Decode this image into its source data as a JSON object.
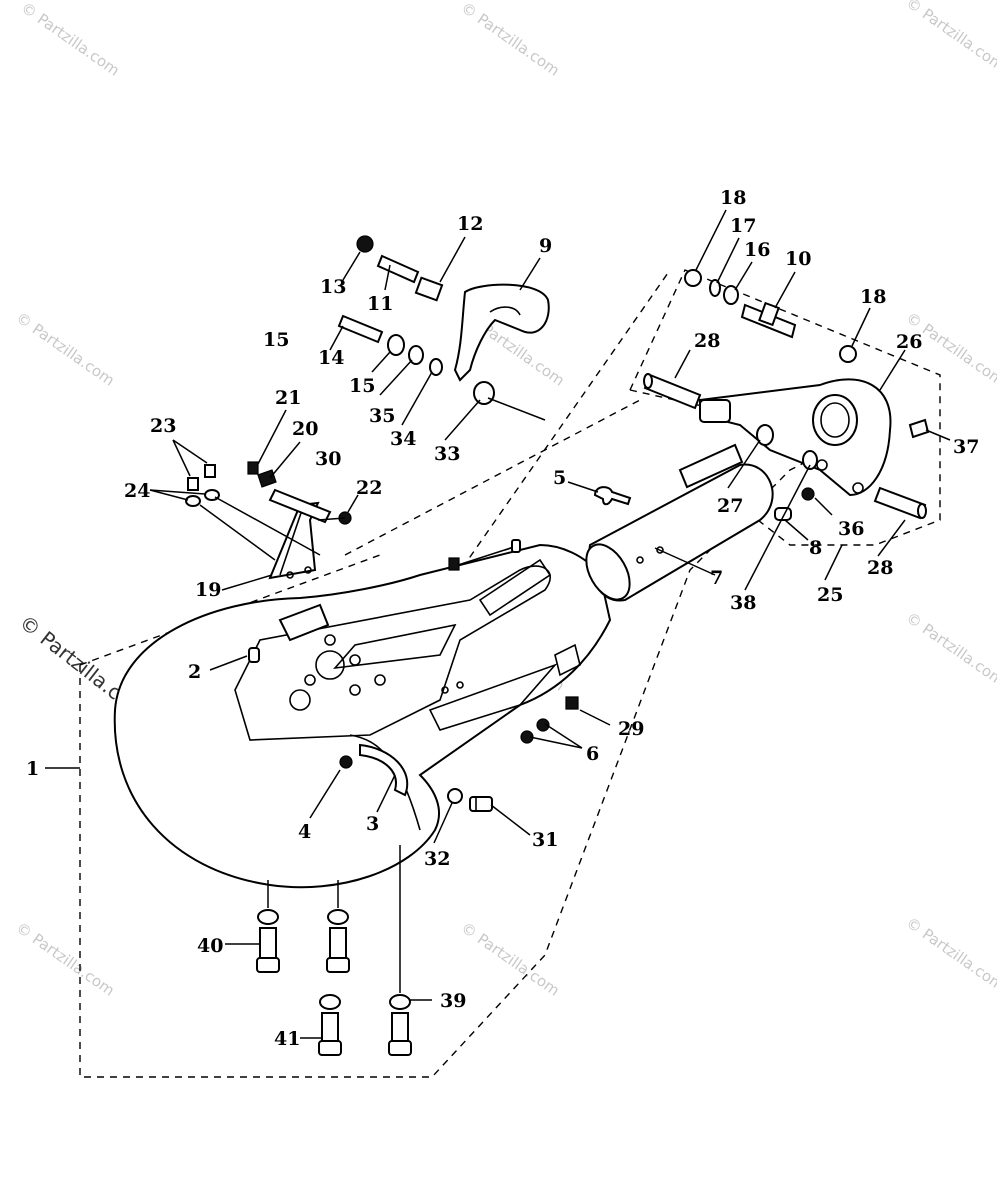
{
  "watermark": {
    "text": "© Partzilla.com",
    "main_text": "© Partzilla.com"
  },
  "callouts": [
    {
      "id": "c1",
      "label": "1"
    },
    {
      "id": "c2",
      "label": "2"
    },
    {
      "id": "c3",
      "label": "3"
    },
    {
      "id": "c4",
      "label": "4"
    },
    {
      "id": "c5",
      "label": "5"
    },
    {
      "id": "c6",
      "label": "6"
    },
    {
      "id": "c7",
      "label": "7"
    },
    {
      "id": "c8",
      "label": "8"
    },
    {
      "id": "c9",
      "label": "9"
    },
    {
      "id": "c10",
      "label": "10"
    },
    {
      "id": "c11",
      "label": "11"
    },
    {
      "id": "c12",
      "label": "12"
    },
    {
      "id": "c13",
      "label": "13"
    },
    {
      "id": "c14",
      "label": "14"
    },
    {
      "id": "c15a",
      "label": "15"
    },
    {
      "id": "c15b",
      "label": "15"
    },
    {
      "id": "c16",
      "label": "16"
    },
    {
      "id": "c17",
      "label": "17"
    },
    {
      "id": "c18a",
      "label": "18"
    },
    {
      "id": "c18b",
      "label": "18"
    },
    {
      "id": "c19",
      "label": "19"
    },
    {
      "id": "c20",
      "label": "20"
    },
    {
      "id": "c21",
      "label": "21"
    },
    {
      "id": "c22",
      "label": "22"
    },
    {
      "id": "c23",
      "label": "23"
    },
    {
      "id": "c24",
      "label": "24"
    },
    {
      "id": "c25",
      "label": "25"
    },
    {
      "id": "c26",
      "label": "26"
    },
    {
      "id": "c27",
      "label": "27"
    },
    {
      "id": "c28a",
      "label": "28"
    },
    {
      "id": "c28b",
      "label": "28"
    },
    {
      "id": "c29",
      "label": "29"
    },
    {
      "id": "c30",
      "label": "30"
    },
    {
      "id": "c31",
      "label": "31"
    },
    {
      "id": "c32",
      "label": "32"
    },
    {
      "id": "c33",
      "label": "33"
    },
    {
      "id": "c34",
      "label": "34"
    },
    {
      "id": "c35",
      "label": "35"
    },
    {
      "id": "c36",
      "label": "36"
    },
    {
      "id": "c37",
      "label": "37"
    },
    {
      "id": "c38",
      "label": "38"
    },
    {
      "id": "c39",
      "label": "39"
    },
    {
      "id": "c40",
      "label": "40"
    },
    {
      "id": "c41",
      "label": "41"
    }
  ]
}
